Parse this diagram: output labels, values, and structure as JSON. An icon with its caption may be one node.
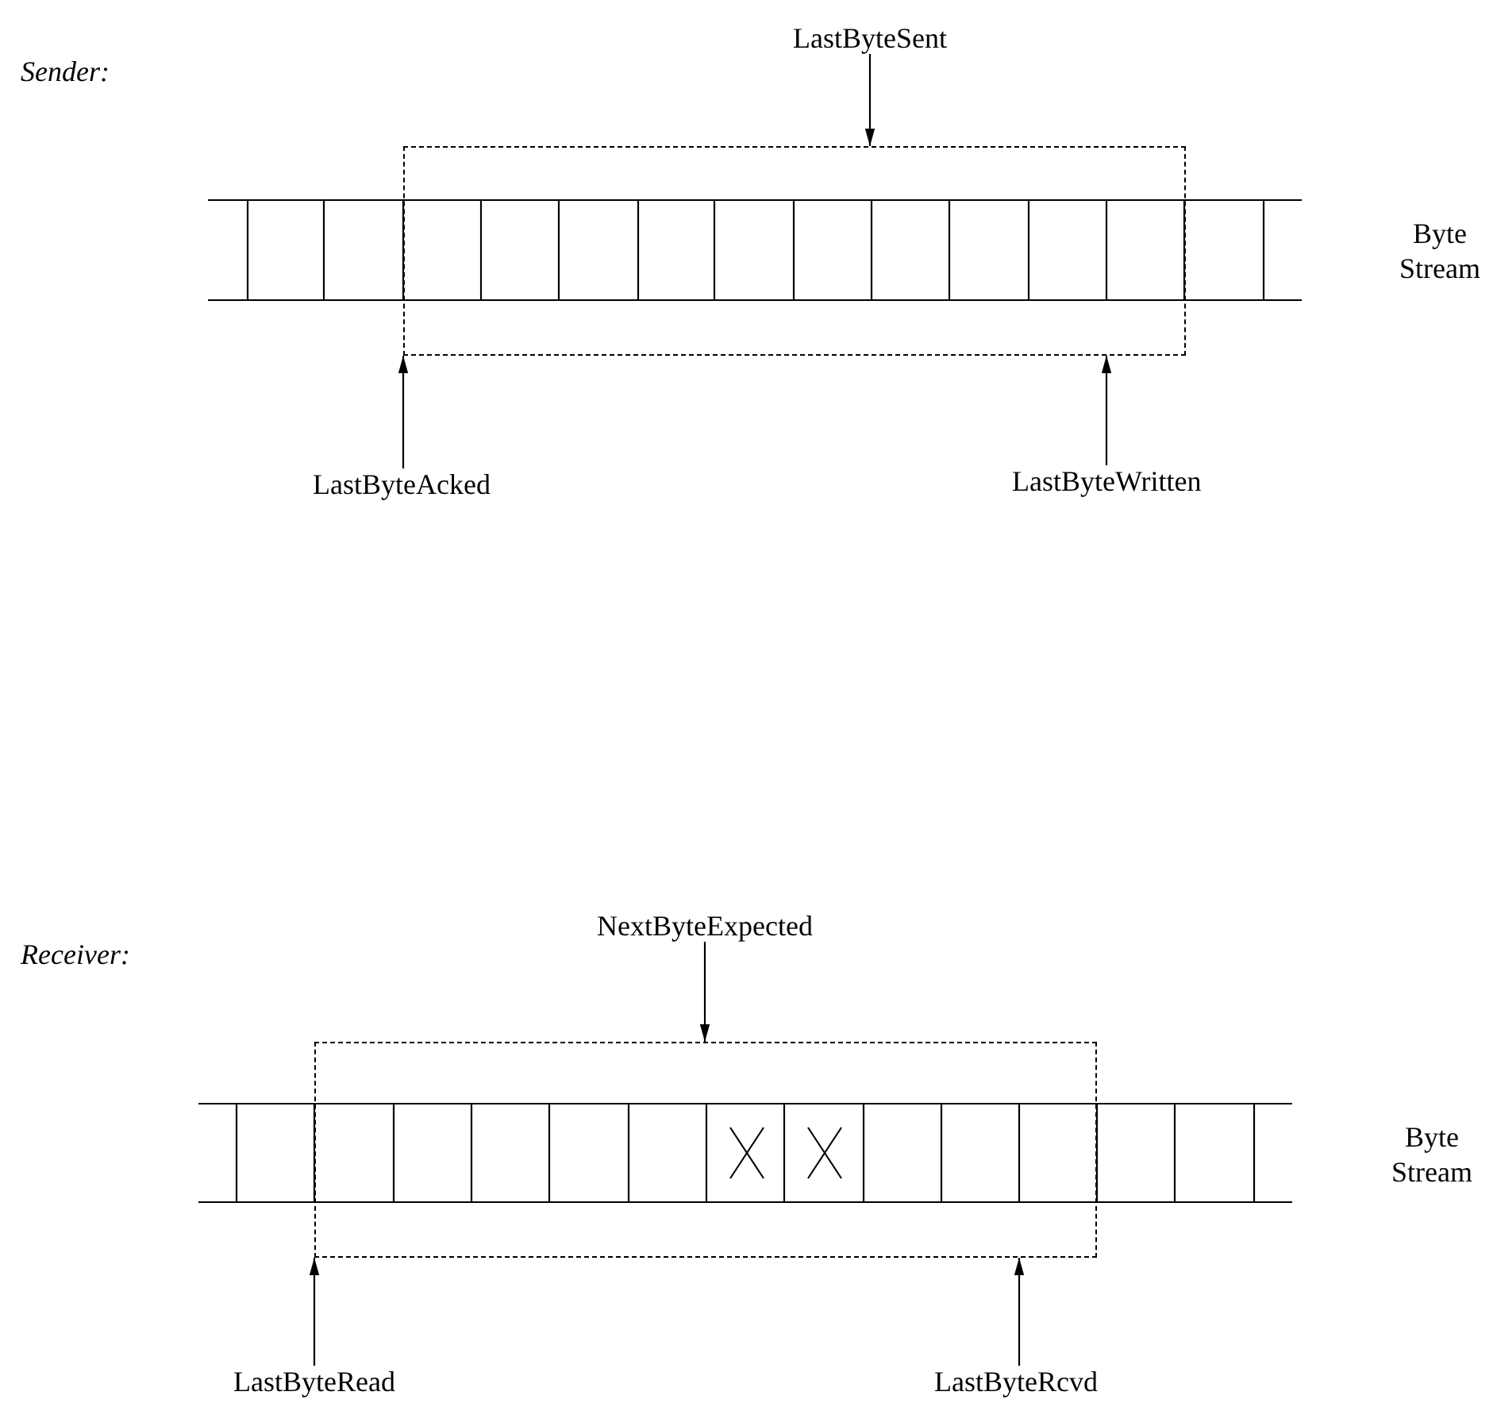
{
  "diagram": {
    "nodes": [
      {
        "text": [],
        "shape": "box"
      },
      {
        "text": [
          "LastByteSent"
        ]
      },
      {
        "text": [
          "LastByteAcked"
        ]
      },
      {
        "text": [
          "LastByteWritten"
        ]
      },
      {
        "text": [],
        "shape": "box"
      },
      {
        "text": [
          "NextByteExpected"
        ]
      },
      {
        "text": [
          "LastByteRead"
        ]
      },
      {
        "text": [
          "LastByteRcvd"
        ]
      }
    ],
    "edges": [
      {
        "from": 1,
        "to": 0,
        "arrow": "to"
      },
      {
        "from": 2,
        "to": 0,
        "arrow": "to"
      },
      {
        "from": 3,
        "to": 0,
        "arrow": "to"
      },
      {
        "from": 5,
        "to": 4,
        "arrow": "to"
      },
      {
        "from": 6,
        "to": 4,
        "arrow": "to"
      },
      {
        "from": 7,
        "to": 4,
        "arrow": "to"
      }
    ],
    "labels": [
      "Sender:",
      "Byte Stream",
      "Receiver:",
      "Byte Stream"
    ]
  }
}
